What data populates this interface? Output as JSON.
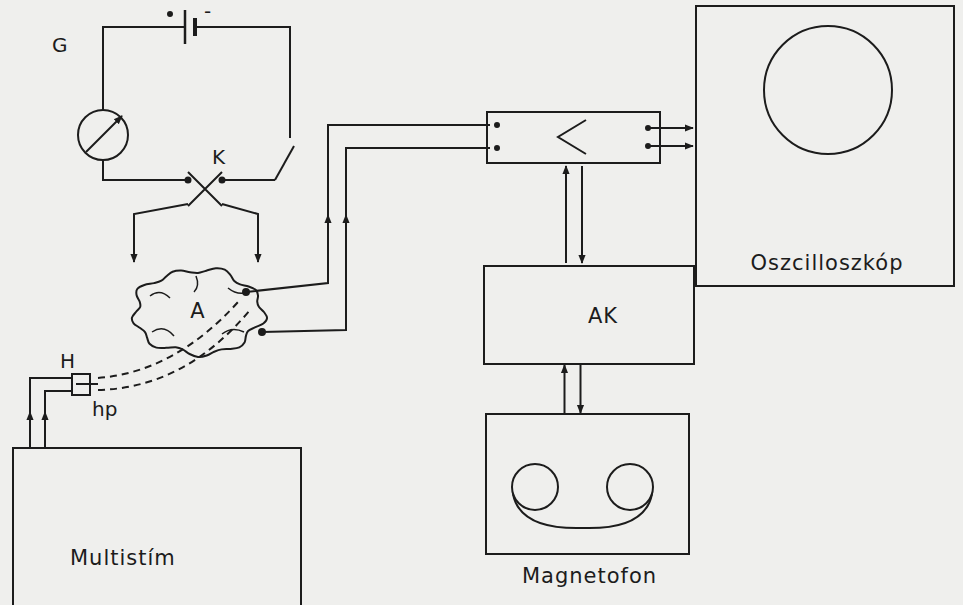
{
  "diagram": {
    "nodes": [
      {
        "text": [
          "A"
        ]
      },
      {
        "text": [
          "Oszcilloszkóp"
        ]
      },
      {
        "text": [
          "AK"
        ]
      },
      {
        "text": [
          "Magnetofon"
        ]
      },
      {
        "text": [
          "Multistím"
        ]
      }
    ],
    "edges": [
      {
        "from": 2,
        "to": 3,
        "arrow": "both"
      }
    ],
    "labels": [
      "G",
      "-",
      "K",
      "H",
      "hp"
    ]
  }
}
